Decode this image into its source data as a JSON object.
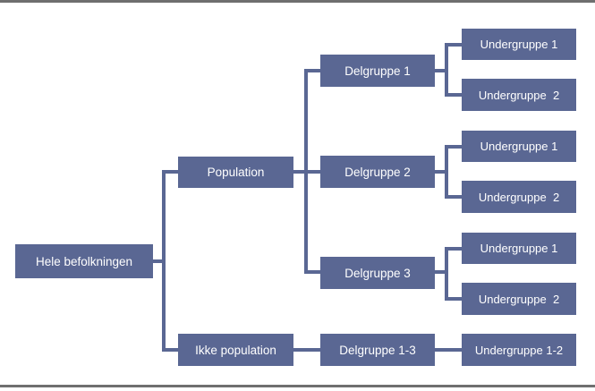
{
  "diagram": {
    "colors": {
      "box": "#5a6793",
      "connector": "#5a6793",
      "text": "#ffffff",
      "rule": "#6f6f6f"
    },
    "root": {
      "label": "Hele befolkningen"
    },
    "level1": [
      {
        "label": "Population"
      },
      {
        "label": "Ikke population"
      }
    ],
    "level2": [
      {
        "label": "Delgruppe 1"
      },
      {
        "label": "Delgruppe 2"
      },
      {
        "label": "Delgruppe 3"
      },
      {
        "label": "Delgruppe 1-3"
      }
    ],
    "level3": [
      {
        "label": "Undergruppe 1"
      },
      {
        "label": "Undergruppe  2"
      },
      {
        "label": "Undergruppe 1"
      },
      {
        "label": "Undergruppe  2"
      },
      {
        "label": "Undergruppe 1"
      },
      {
        "label": "Undergruppe  2"
      },
      {
        "label": "Undergruppe 1-2"
      }
    ]
  }
}
